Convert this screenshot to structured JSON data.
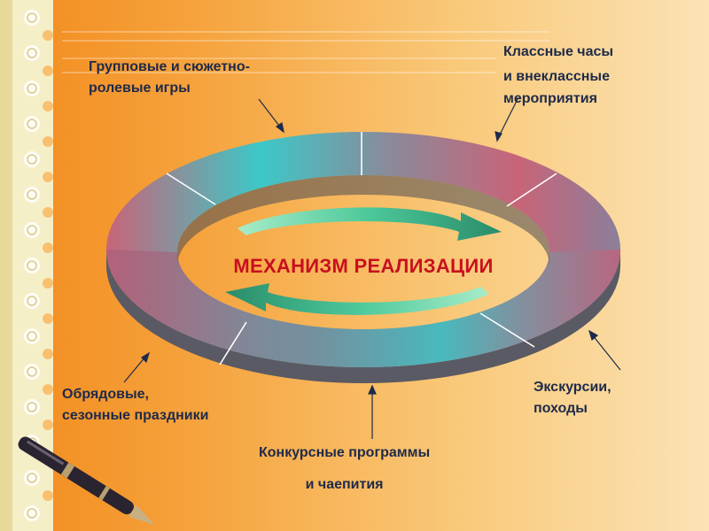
{
  "center_title": "МЕХАНИЗМ РЕАЛИЗАЦИИ",
  "labels": {
    "games": [
      "Групповые и сюжетно-",
      "ролевые игры"
    ],
    "classes": [
      "Классные часы",
      "и внеклассные",
      "мероприятия"
    ],
    "holidays": [
      "Обрядовые,",
      "сезонные праздники"
    ],
    "contests": [
      "Конкурсные программы",
      "и чаепития"
    ],
    "excursions": [
      "Экскурсии,",
      "походы"
    ]
  },
  "colors": {
    "title": "#c8101e",
    "label_text": "#1e2a4a",
    "ring_teal": "#3cc8c8",
    "ring_rose": "#c86478",
    "ring_gray": "#8a8a9a",
    "arrow_green": "#3cb48c"
  }
}
